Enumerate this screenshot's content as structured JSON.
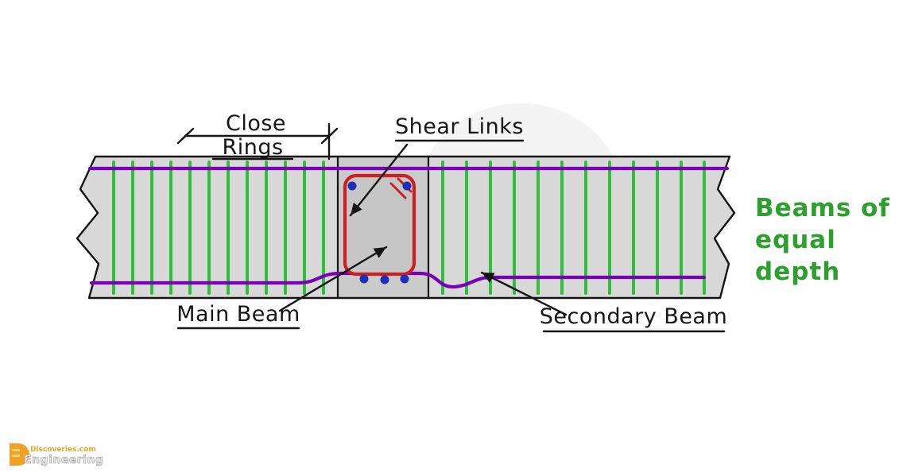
{
  "diagram": {
    "labels": {
      "close_rings_line1": "Close",
      "close_rings_line2": "Rings",
      "shear_links": "Shear Links",
      "main_beam": "Main Beam",
      "secondary_beam": "Secondary Beam",
      "beams_equal_line1": "Beams of",
      "beams_equal_line2": "equal",
      "beams_equal_line3": "depth"
    },
    "colors": {
      "beam_fill": "#d8d8d8",
      "main_beam_fill": "#cbcbcb",
      "stirrup_green": "#2fbf3a",
      "rebar_purple": "#7a00b8",
      "ring_red": "#cc2020",
      "bar_blue": "#1c2fb5",
      "annotation_green": "#2ca02c",
      "ink": "#141414"
    }
  },
  "watermark": {
    "brand_top": "Discoveries.com",
    "brand_bottom": "Engineering"
  }
}
